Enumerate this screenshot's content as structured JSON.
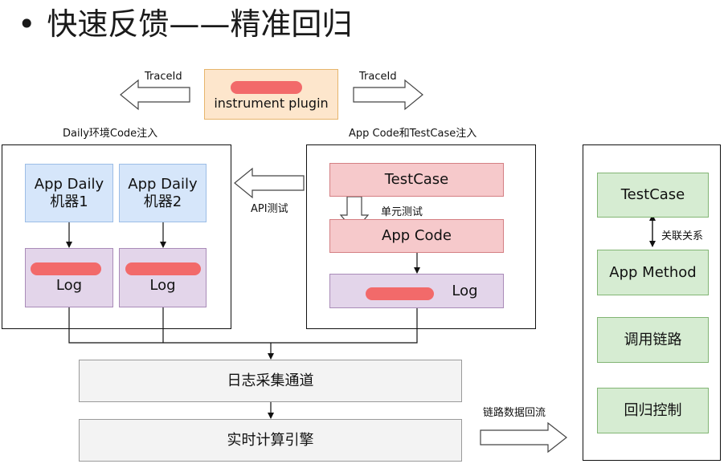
{
  "title": {
    "bullet": "•",
    "text": "快速反馈——精准回归"
  },
  "top": {
    "left_arrow_label": "TraceId",
    "right_arrow_label": "TraceId",
    "plugin_label": "instrument plugin"
  },
  "left_group": {
    "caption": "Daily环境Code注入",
    "machine1": "App Daily\n机器1",
    "machine2": "App Daily\n机器2",
    "log1": "Log",
    "log2": "Log"
  },
  "middle_group": {
    "caption": "App Code和TestCase注入",
    "api_label": "API测试",
    "testcase": "TestCase",
    "unit_test": "单元测试",
    "app_code": "App Code",
    "log": "Log"
  },
  "pipeline": {
    "channel": "日志采集通道",
    "engine": "实时计算引擎",
    "backflow_label": "链路数据回流"
  },
  "right_group": {
    "testcase": "TestCase",
    "relation": "关联关系",
    "app_method": "App Method",
    "call_chain": "调用链路",
    "regression": "回归控制"
  }
}
